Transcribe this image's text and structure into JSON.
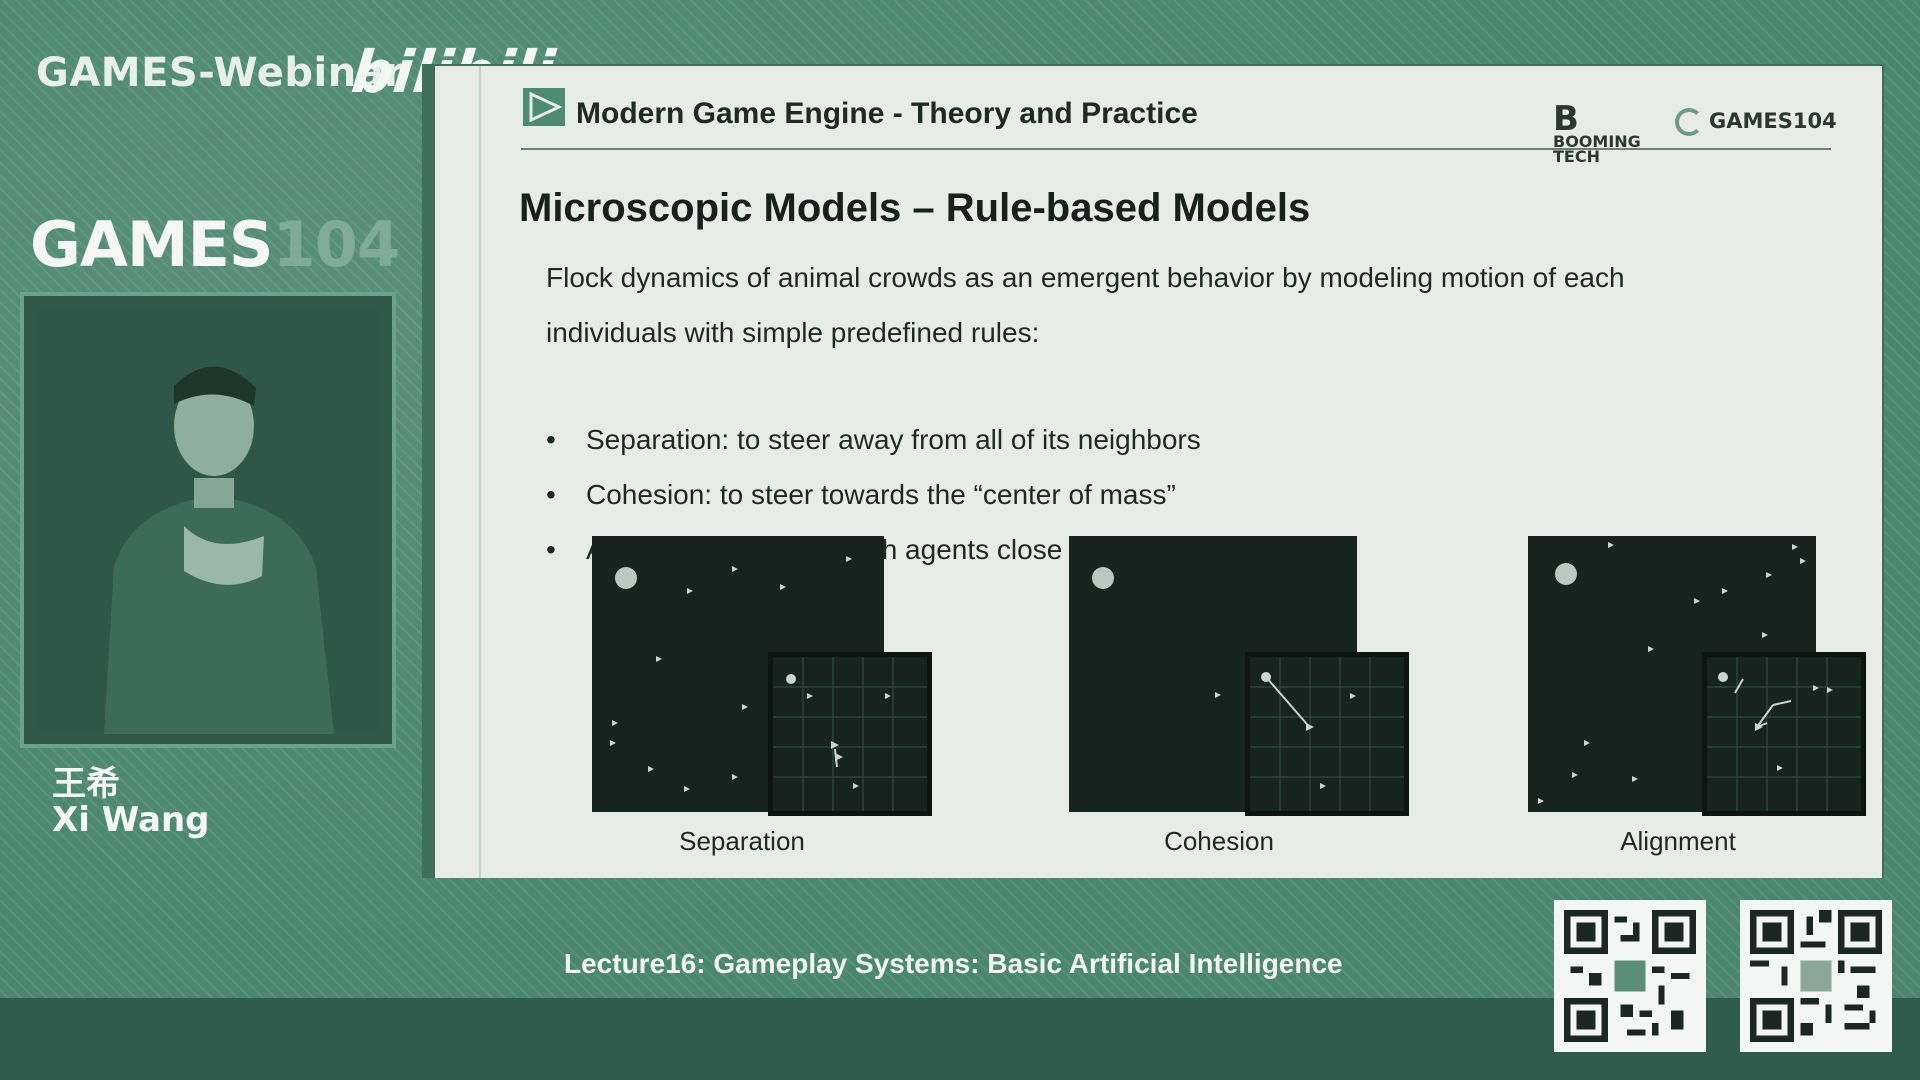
{
  "broadcast": {
    "webinar_label": "GAMES-Webinar",
    "platform_label": "bilibili",
    "logo_word": "GAMES",
    "logo_number": "104"
  },
  "speaker": {
    "name_cn": "王希",
    "name_en": "Xi Wang"
  },
  "slide": {
    "header_title": "Modern Game Engine - Theory and Practice",
    "brand_booming_line1": "BOOMING",
    "brand_booming_line2": "TECH",
    "brand_games": "GAMES104",
    "title": "Microscopic Models – Rule-based Models",
    "intro": "Flock dynamics of animal crowds as an emergent behavior by modeling motion of each individuals with simple predefined rules:",
    "bullets": [
      "Separation: to steer away from all of its neighbors",
      "Cohesion: to steer towards the “center of mass”",
      "Alignment: to line up with agents close by"
    ],
    "figures": [
      {
        "caption": "Separation"
      },
      {
        "caption": "Cohesion"
      },
      {
        "caption": "Alignment"
      }
    ]
  },
  "footer": {
    "lecture_title": "Lecture16: Gameplay Systems: Basic Artificial Intelligence"
  },
  "icons": {
    "slide_header": "play-triangle-icon",
    "qr_left": "qr-code-icon",
    "qr_right": "qr-code-icon"
  },
  "colors": {
    "background": "#4a8670",
    "slide": "#e7ece8",
    "accent": "#4d8a73"
  }
}
